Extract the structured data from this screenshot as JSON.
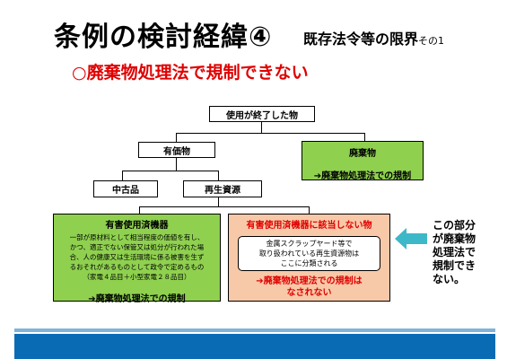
{
  "title": "条例の検討経緯④",
  "subtitle": "既存法令等の限界",
  "subtitle_suffix": "その1",
  "headline": "○廃棄物処理法で規制できない",
  "nodes": {
    "root": "使用が終了した物",
    "valuable": "有価物",
    "waste_title": "廃棄物",
    "waste_note": "➔廃棄物処理法での規制",
    "used_goods": "中古品",
    "recycled": "再生資源",
    "hazardous_title": "有害使用済機器",
    "hazardous_desc_1": "一部が原材料として相当程度の価値を有し、",
    "hazardous_desc_2": "かつ、適正でない保管又は処分が行われた場",
    "hazardous_desc_3": "合、人の健康又は生活環境に係る被害を生ず",
    "hazardous_desc_4": "るおそれがあるものとして政令で定めるもの",
    "hazardous_desc_5": "（家電４品目＋小型家電２８品目）",
    "hazardous_note": "➔廃棄物処理法での規制",
    "nonhaz_title": "有害使用済機器に該当しない物",
    "nonhaz_inner_1": "金属スクラップヤード等で",
    "nonhaz_inner_2": "取り扱われている再生資源物は",
    "nonhaz_inner_3": "ここに分類される",
    "nonhaz_note_1": "➔廃棄物処理法での規制は",
    "nonhaz_note_2": "なされない"
  },
  "callout": [
    "この部分",
    "が廃棄物",
    "処理法で",
    "規制でき",
    "ない。"
  ],
  "colors": {
    "accent_red": "#e00000",
    "green": "#8fd14f",
    "pink": "#f8c9a8",
    "arrow": "#3cb8c8",
    "bar": "#0a6bb5"
  }
}
